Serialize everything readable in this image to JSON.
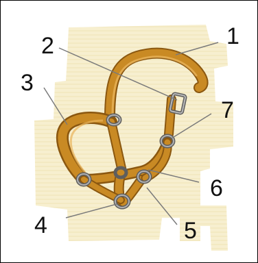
{
  "colors": {
    "parchment": "#f7efcf",
    "parchment_dark": "#efe3b6",
    "strap": "#c98a24",
    "strap_dark": "#8a5710",
    "strap_light": "#e9b35a",
    "ring": "#9a9a9a",
    "ring_dark": "#5e5e5e",
    "leader_line": "#7a7a7a",
    "label_text": "#111111",
    "frame": "#000000"
  },
  "labels": [
    {
      "id": "1",
      "text": "1"
    },
    {
      "id": "2",
      "text": "2"
    },
    {
      "id": "3",
      "text": "3"
    },
    {
      "id": "4",
      "text": "4"
    },
    {
      "id": "5",
      "text": "5"
    },
    {
      "id": "6",
      "text": "6"
    },
    {
      "id": "7",
      "text": "7"
    }
  ]
}
